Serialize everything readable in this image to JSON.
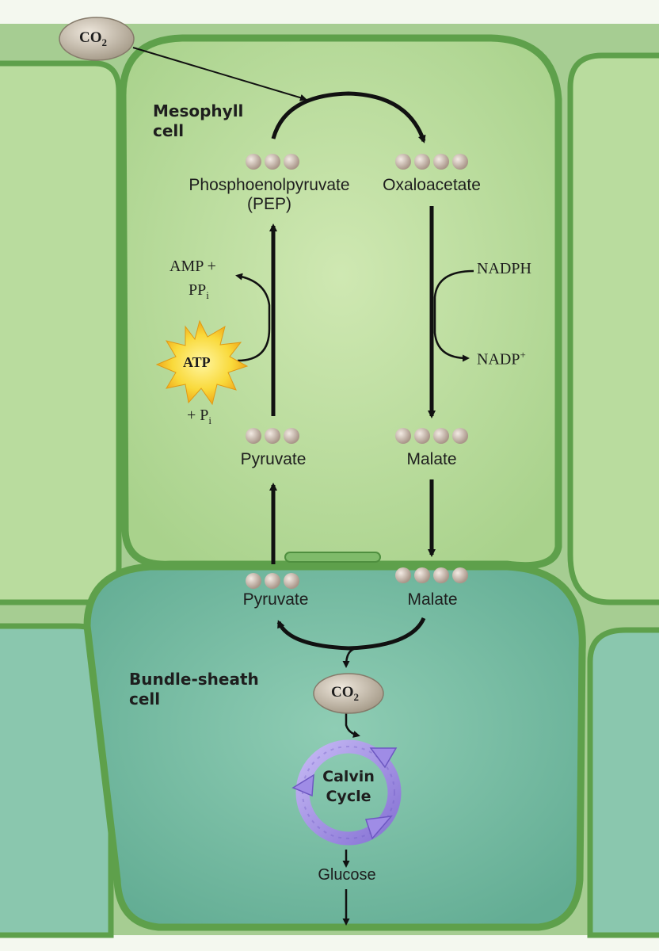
{
  "mesophyll_label": [
    "Mesophyll",
    "cell"
  ],
  "bundle_sheath_label": [
    "Bundle-sheath",
    "cell"
  ],
  "co2": {
    "text": "CO",
    "sub": "2"
  },
  "pep": {
    "name": "Phosphoenolpyruvate",
    "abbr": "(PEP)"
  },
  "oxaloacetate": "Oxaloacetate",
  "pyruvate": "Pyruvate",
  "malate": "Malate",
  "nadph": "NADPH",
  "nadp": {
    "text": "NADP",
    "sup": "+"
  },
  "amp": "AMP +",
  "ppi": {
    "text": "PP",
    "sub": "i"
  },
  "atp": "ATP",
  "pi": {
    "text": "+ P",
    "sub": "i"
  },
  "calvin": [
    "Calvin",
    "Cycle"
  ],
  "glucose": "Glucose",
  "colors": {
    "mesophyll_fill": "#c5e3a5",
    "bundle_fill": "#7cc2a8",
    "cell_wall": "#5ea04b",
    "carbon_ball": "#c9b8ad",
    "calvin_ring": "#a38fe0",
    "atp_burst": "#f7c520"
  }
}
